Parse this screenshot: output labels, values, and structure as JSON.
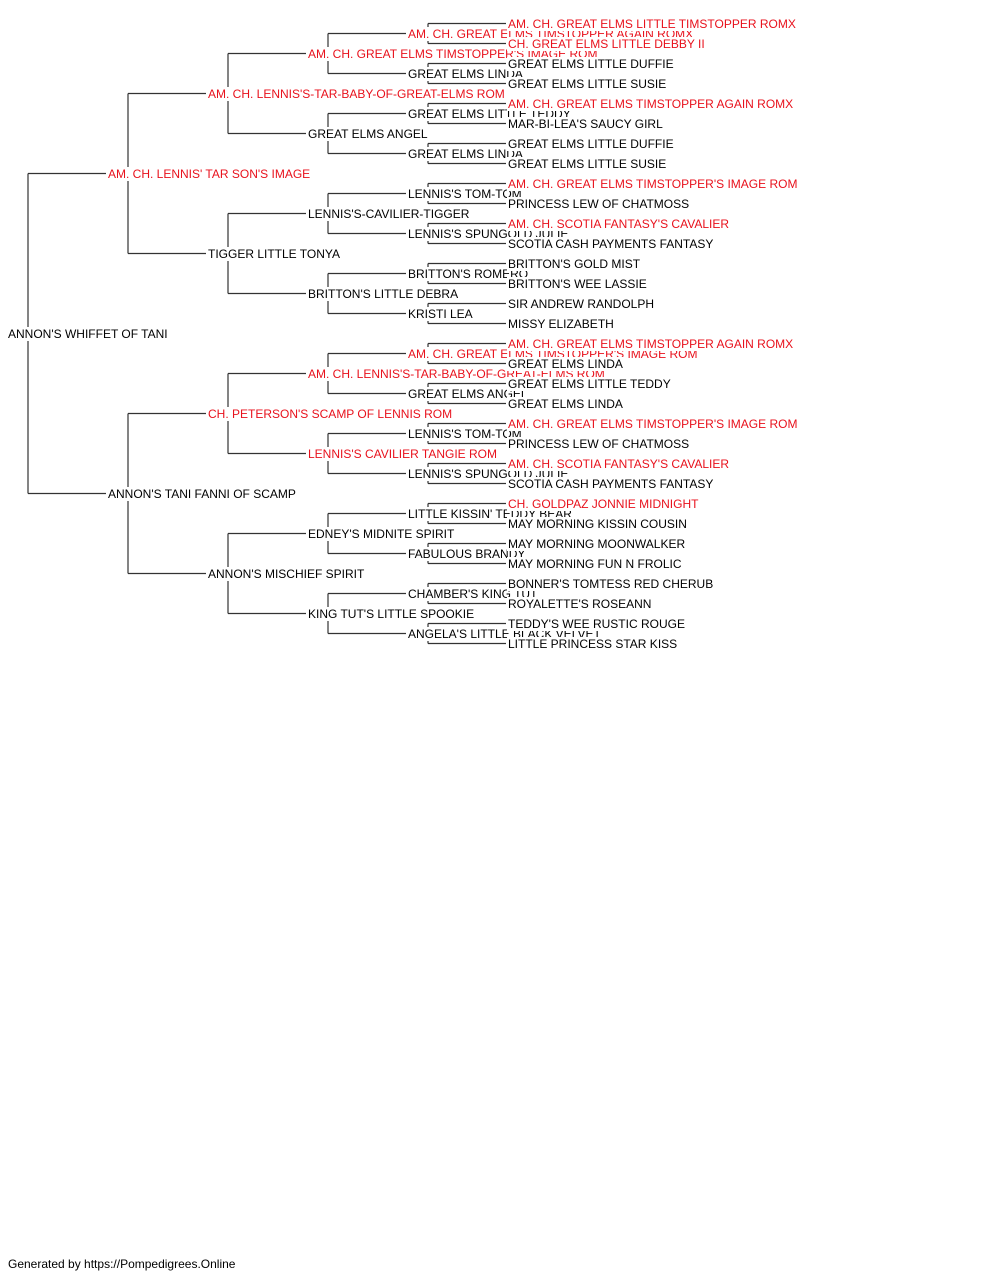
{
  "colors": {
    "champion": "#e8111c",
    "normal": "#000000",
    "line": "#333333"
  },
  "pedigree": {
    "name": "ANNON'S WHIFFET OF TANI",
    "champion": false,
    "sire": {
      "name": "AM. CH. LENNIS' TAR SON'S IMAGE",
      "champion": true,
      "sire": {
        "name": "AM. CH. LENNIS'S-TAR-BABY-OF-GREAT-ELMS ROM",
        "champion": true,
        "sire": {
          "name": "AM. CH. GREAT ELMS TIMSTOPPER'S IMAGE ROM",
          "champion": true,
          "sire": {
            "name": "AM. CH. GREAT ELMS TIMSTOPPER AGAIN ROMX",
            "champion": true,
            "sire": {
              "name": "AM. CH. GREAT ELMS LITTLE TIMSTOPPER ROMX",
              "champion": true
            },
            "dam": {
              "name": "CH. GREAT ELMS LITTLE DEBBY II",
              "champion": true
            }
          },
          "dam": {
            "name": "GREAT ELMS LINDA",
            "champion": false,
            "sire": {
              "name": "GREAT ELMS LITTLE DUFFIE",
              "champion": false
            },
            "dam": {
              "name": "GREAT ELMS LITTLE SUSIE",
              "champion": false
            }
          }
        },
        "dam": {
          "name": "GREAT ELMS ANGEL",
          "champion": false,
          "sire": {
            "name": "GREAT ELMS LITTLE TEDDY",
            "champion": false,
            "sire": {
              "name": "AM. CH. GREAT ELMS TIMSTOPPER AGAIN ROMX",
              "champion": true
            },
            "dam": {
              "name": "MAR-BI-LEA'S SAUCY GIRL",
              "champion": false
            }
          },
          "dam": {
            "name": "GREAT ELMS LINDA",
            "champion": false,
            "sire": {
              "name": "GREAT ELMS LITTLE DUFFIE",
              "champion": false
            },
            "dam": {
              "name": "GREAT ELMS LITTLE SUSIE",
              "champion": false
            }
          }
        }
      },
      "dam": {
        "name": "TIGGER LITTLE TONYA",
        "champion": false,
        "sire": {
          "name": "LENNIS'S-CAVILIER-TIGGER",
          "champion": false,
          "sire": {
            "name": "LENNIS'S TOM-TOM",
            "champion": false,
            "sire": {
              "name": "AM. CH. GREAT ELMS TIMSTOPPER'S IMAGE ROM",
              "champion": true
            },
            "dam": {
              "name": "PRINCESS LEW OF CHATMOSS",
              "champion": false
            }
          },
          "dam": {
            "name": "LENNIS'S SPUNGOLD JULIE",
            "champion": false,
            "sire": {
              "name": "AM. CH. SCOTIA FANTASY'S CAVALIER",
              "champion": true
            },
            "dam": {
              "name": "SCOTIA CASH PAYMENTS FANTASY",
              "champion": false
            }
          }
        },
        "dam": {
          "name": "BRITTON'S LITTLE DEBRA",
          "champion": false,
          "sire": {
            "name": "BRITTON'S ROMERO",
            "champion": false,
            "sire": {
              "name": "BRITTON'S GOLD MIST",
              "champion": false
            },
            "dam": {
              "name": "BRITTON'S WEE LASSIE",
              "champion": false
            }
          },
          "dam": {
            "name": "KRISTI LEA",
            "champion": false,
            "sire": {
              "name": "SIR ANDREW RANDOLPH",
              "champion": false
            },
            "dam": {
              "name": "MISSY ELIZABETH",
              "champion": false
            }
          }
        }
      }
    },
    "dam": {
      "name": "ANNON'S TANI FANNI OF SCAMP",
      "champion": false,
      "sire": {
        "name": "CH. PETERSON'S SCAMP OF LENNIS ROM",
        "champion": true,
        "sire": {
          "name": "AM. CH. LENNIS'S-TAR-BABY-OF-GREAT-ELMS ROM",
          "champion": true,
          "sire": {
            "name": "AM. CH. GREAT ELMS TIMSTOPPER'S IMAGE ROM",
            "champion": true,
            "sire": {
              "name": "AM. CH. GREAT ELMS TIMSTOPPER AGAIN ROMX",
              "champion": true
            },
            "dam": {
              "name": "GREAT ELMS LINDA",
              "champion": false
            }
          },
          "dam": {
            "name": "GREAT ELMS ANGEL",
            "champion": false,
            "sire": {
              "name": "GREAT ELMS LITTLE TEDDY",
              "champion": false
            },
            "dam": {
              "name": "GREAT ELMS LINDA",
              "champion": false
            }
          }
        },
        "dam": {
          "name": "LENNIS'S CAVILIER TANGIE ROM",
          "champion": true,
          "sire": {
            "name": "LENNIS'S TOM-TOM",
            "champion": false,
            "sire": {
              "name": "AM. CH. GREAT ELMS TIMSTOPPER'S IMAGE ROM",
              "champion": true
            },
            "dam": {
              "name": "PRINCESS LEW OF CHATMOSS",
              "champion": false
            }
          },
          "dam": {
            "name": "LENNIS'S SPUNGOLD JULIE",
            "champion": false,
            "sire": {
              "name": "AM. CH. SCOTIA FANTASY'S CAVALIER",
              "champion": true
            },
            "dam": {
              "name": "SCOTIA CASH PAYMENTS FANTASY",
              "champion": false
            }
          }
        }
      },
      "dam": {
        "name": "ANNON'S MISCHIEF SPIRIT",
        "champion": false,
        "sire": {
          "name": "EDNEY'S MIDNITE SPIRIT",
          "champion": false,
          "sire": {
            "name": "LITTLE KISSIN' TEDDY BEAR",
            "champion": false,
            "sire": {
              "name": "CH. GOLDPAZ JONNIE MIDNIGHT",
              "champion": true
            },
            "dam": {
              "name": "MAY MORNING KISSIN COUSIN",
              "champion": false
            }
          },
          "dam": {
            "name": "FABULOUS BRANDY",
            "champion": false,
            "sire": {
              "name": "MAY MORNING MOONWALKER",
              "champion": false
            },
            "dam": {
              "name": "MAY MORNING FUN N FROLIC",
              "champion": false
            }
          }
        },
        "dam": {
          "name": "KING TUT'S LITTLE SPOOKIE",
          "champion": false,
          "sire": {
            "name": "CHAMBER'S KING TUT",
            "champion": false,
            "sire": {
              "name": "BONNER'S TOMTESS RED CHERUB",
              "champion": false
            },
            "dam": {
              "name": "ROYALETTE'S ROSEANN",
              "champion": false
            }
          },
          "dam": {
            "name": "ANGELA'S LITTLE BLACK VELVET",
            "champion": false,
            "sire": {
              "name": "TEDDY'S WEE RUSTIC ROUGE",
              "champion": false
            },
            "dam": {
              "name": "LITTLE PRINCESS STAR KISS",
              "champion": false
            }
          }
        }
      }
    }
  },
  "footer": "Generated by https://Pompedigrees.Online"
}
